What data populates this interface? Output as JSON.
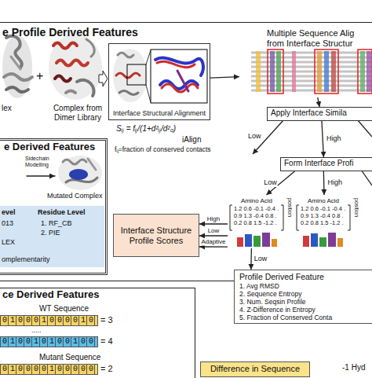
{
  "diagram": {
    "nodes": [
      {
        "text": [
          "e Profile Derived Features"
        ]
      },
      {
        "text": [
          "Interface Structural Alignment"
        ],
        "in": 0
      },
      {
        "text": [
          "Multiple Sequence Alig from Interface Structur"
        ],
        "in": 0
      },
      {
        "text": [
          "Apply Interface Simila"
        ],
        "in": 0
      },
      {
        "text": [
          "Form Interface Profi"
        ],
        "in": 0
      },
      {
        "text": [
          "Amino Acid",
          "1.2 0.6 -0.1 -0.4 .",
          "0.9 1.3 -0.4 0.8 .",
          "0.2 0.8 1.5 -1.2 ."
        ],
        "in": 0
      },
      {
        "text": [
          "Amino Acid",
          "1.2 0.6 -0.1 -0.4 .",
          "0.9 1.3 -0.4 0.8 .",
          "0.2 0.8 1.5 -1.2 ."
        ],
        "in": 0
      },
      {
        "text": [
          "Interface Structure Profile Scores"
        ],
        "in": 0
      },
      {
        "text": [
          "Profile Derived Feature",
          "1. Avg RMSD",
          "2. Sequence Entropy",
          "3. Num. Seqsin Profile",
          "4. Z-Difference in Entropy",
          "5. Fraction of Conserved Conta"
        ]
      },
      {
        "text": [
          "e Derived Features"
        ],
        "in": 0
      },
      {
        "text": [
          "evel",
          "Residue Level",
          "013",
          "1. RF_CB",
          "2. PIE",
          "LEX",
          "omplementarity"
        ],
        "in": 9
      },
      {
        "text": [
          "ce Derived Features"
        ]
      },
      {
        "text": [
          "010001000010"
        ],
        "in": 11
      },
      {
        "text": [
          "010010100100"
        ],
        "in": 11
      },
      {
        "text": [
          "010000100000"
        ],
        "in": 11
      },
      {
        "text": [
          "Difference in Sequence"
        ]
      }
    ],
    "edges": [
      {
        "from": 1,
        "to": 2,
        "arrow": "to"
      },
      {
        "from": 2,
        "to": 3,
        "arrow": "to"
      },
      {
        "from": 3,
        "to": 4,
        "label": "High",
        "arrow": "to"
      },
      {
        "from": 4,
        "to": 5,
        "label": "Low",
        "arrow": "to"
      },
      {
        "from": 4,
        "to": 6,
        "label": "High",
        "arrow": "to"
      },
      {
        "from": 5,
        "to": 7,
        "label": "High",
        "arrow": "to"
      },
      {
        "from": 5,
        "to": 7,
        "label": "Low",
        "arrow": "to"
      },
      {
        "from": 5,
        "to": 7,
        "label": "Adaptive",
        "arrow": "to"
      },
      {
        "from": 5,
        "to": 8,
        "label": "Low",
        "arrow": "to"
      }
    ],
    "labels": [
      "lex",
      "+",
      "Complex from Dimer Library",
      "Sᵢⱼ = fᵢⱼ/(1+d²ᵢⱼ/d²₀)",
      "iAlign",
      "fᵢⱼ=fraction of conserved contacts",
      "Low",
      "position",
      "position",
      "Sidechain Modelling",
      "Mutated Complex",
      "WT Sequence",
      "= 3",
      ".....",
      "= 4",
      "Mutant Sequence",
      "= 2",
      "-1 Hyd"
    ]
  }
}
